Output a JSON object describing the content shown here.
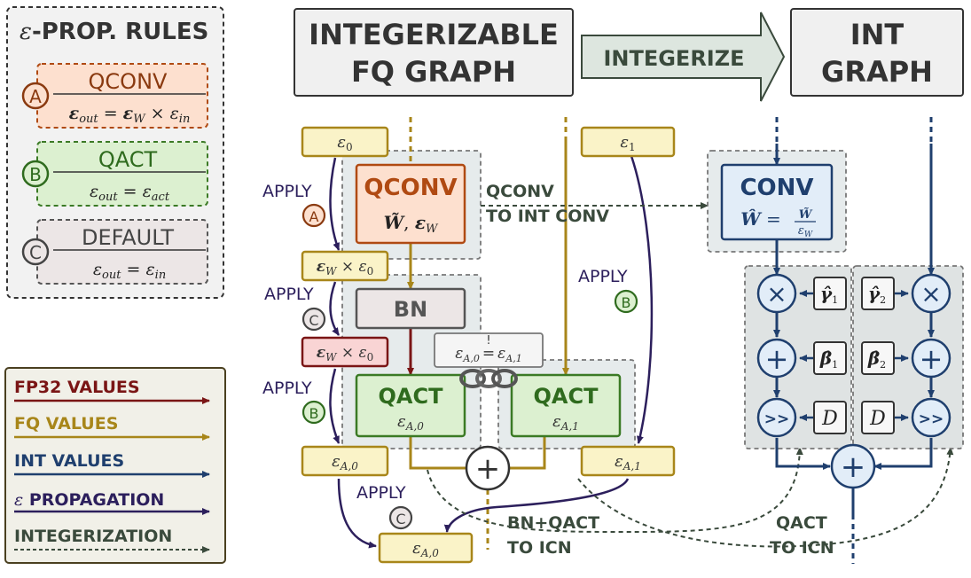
{
  "rules_panel": {
    "title_prefix": "ε",
    "title": "-PROP. RULES",
    "rules": [
      {
        "badge": "A",
        "name": "QCONV",
        "formula_out": "ε",
        "formula_out_sub": "out",
        "formula_rhs": "= εW × εin",
        "lhs": "ε",
        "lhs_sub": "out",
        "eq": " = ",
        "t1": "ε",
        "t1_sub": "W",
        "op": " × ",
        "t2": "ε",
        "t2_sub": "in"
      },
      {
        "badge": "B",
        "name": "QACT",
        "lhs": "ε",
        "lhs_sub": "out",
        "eq": " = ",
        "t1": "ε",
        "t1_sub": "act"
      },
      {
        "badge": "C",
        "name": "DEFAULT",
        "lhs": "ε",
        "lhs_sub": "out",
        "eq": " = ",
        "t1": "ε",
        "t1_sub": "in"
      }
    ]
  },
  "legend": {
    "items": [
      {
        "label": "FP32 VALUES",
        "color": "#7a1515"
      },
      {
        "label": "FQ VALUES",
        "color": "#a8861a"
      },
      {
        "label": "INT VALUES",
        "color": "#1f3f6e"
      },
      {
        "label_prefix": "ε",
        "label": " PROPAGATION",
        "color": "#2c1f5c"
      },
      {
        "label": "INTEGERIZATION",
        "color": "#3a4a3c"
      }
    ]
  },
  "header": {
    "fq_graph_line1": "INTEGERIZABLE",
    "fq_graph_line2": "FQ GRAPH",
    "arrow_label": "INTEGERIZE",
    "int_graph_line1": "INT",
    "int_graph_line2": "GRAPH"
  },
  "fq_graph": {
    "eps0": {
      "sym": "ε",
      "sub": "0"
    },
    "eps1": {
      "sym": "ε",
      "sub": "1"
    },
    "qconv": {
      "title": "QCONV",
      "w": "W̃",
      "sep": ", ",
      "eps": "ε",
      "eps_sub": "W"
    },
    "eps_w_eps0": {
      "a": "ε",
      "a_sub": "W",
      "op": " × ",
      "b": "ε",
      "b_sub": "0"
    },
    "eps_w_eps0_red": {
      "a": "ε",
      "a_sub": "W",
      "op": " × ",
      "b": "ε",
      "b_sub": "0"
    },
    "bn": {
      "title": "BN"
    },
    "qact0": {
      "title": "QACT",
      "eps": "ε",
      "sub": "A,0"
    },
    "qact1": {
      "title": "QACT",
      "eps": "ε",
      "sub": "A,1"
    },
    "constraint": {
      "a": "ε",
      "a_sub": "A,0",
      "eq": "=",
      "bang": "!",
      "b": "ε",
      "b_sub": "A,1"
    },
    "out0": {
      "sym": "ε",
      "sub": "A,0"
    },
    "out1": {
      "sym": "ε",
      "sub": "A,1"
    },
    "out_final": {
      "sym": "ε",
      "sub": "A,0"
    },
    "apply_labels": [
      {
        "text": "APPLY",
        "badge": "A"
      },
      {
        "text": "APPLY",
        "badge": "C"
      },
      {
        "text": "APPLY",
        "badge": "B"
      },
      {
        "text": "APPLY",
        "badge": "B"
      },
      {
        "text": "APPLY",
        "badge": "C"
      }
    ],
    "qconv_to_int_line1": "QCONV",
    "qconv_to_int_line2": "TO INT CONV",
    "bn_qact_line1": "BN+QACT",
    "bn_qact_line2": "TO ICN",
    "qact_icn_line1": "QACT",
    "qact_icn_line2": "TO ICN"
  },
  "int_graph": {
    "conv": {
      "title": "CONV",
      "lhs": "Ŵ",
      "eq": " = ",
      "num": "W̃",
      "den": "ε",
      "den_sub": "W"
    },
    "mul": "×",
    "add": "+",
    "shift": ">>",
    "gamma1": {
      "sym": "γ̂",
      "sub": "1"
    },
    "gamma2": {
      "sym": "γ̂",
      "sub": "2"
    },
    "beta1": {
      "sym": "β̂",
      "sub": "1"
    },
    "beta2": {
      "sym": "β̂",
      "sub": "2"
    },
    "d1": "D",
    "d2": "D"
  },
  "colors": {
    "fp32": "#7a1515",
    "fq": "#a8861a",
    "int": "#1f3f6e",
    "eps": "#2c1f5c",
    "integerize": "#3a4a3c",
    "qconv_fill": "#fde0cf",
    "qconv_stroke": "#b04a12",
    "qact_fill": "#dcf0d0",
    "qact_stroke": "#3b7a25",
    "default_fill": "#ece6e6",
    "int_fill": "#e2edf8"
  }
}
